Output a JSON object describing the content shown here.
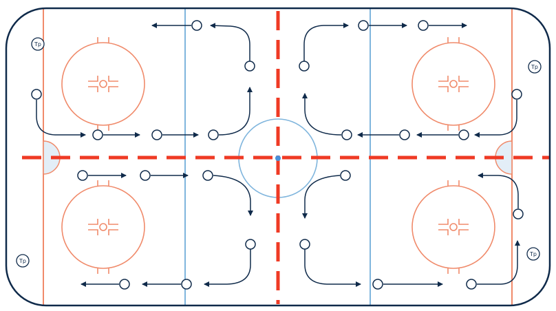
{
  "diagram": {
    "colors": {
      "board": "#0f2a4a",
      "goal_line": "#f08a6a",
      "blue_line": "#7fb5dd",
      "red_line": "#ef3a24",
      "faceoff": "#f08a6a",
      "crease_fill": "#e3eef7",
      "center_dot": "#4a90d9",
      "player": "#0f2a4a"
    },
    "labels": {
      "tag_1": "Tp",
      "tag_2": "Tp",
      "tag_3": "Tp",
      "tag_4": "Tp"
    }
  }
}
